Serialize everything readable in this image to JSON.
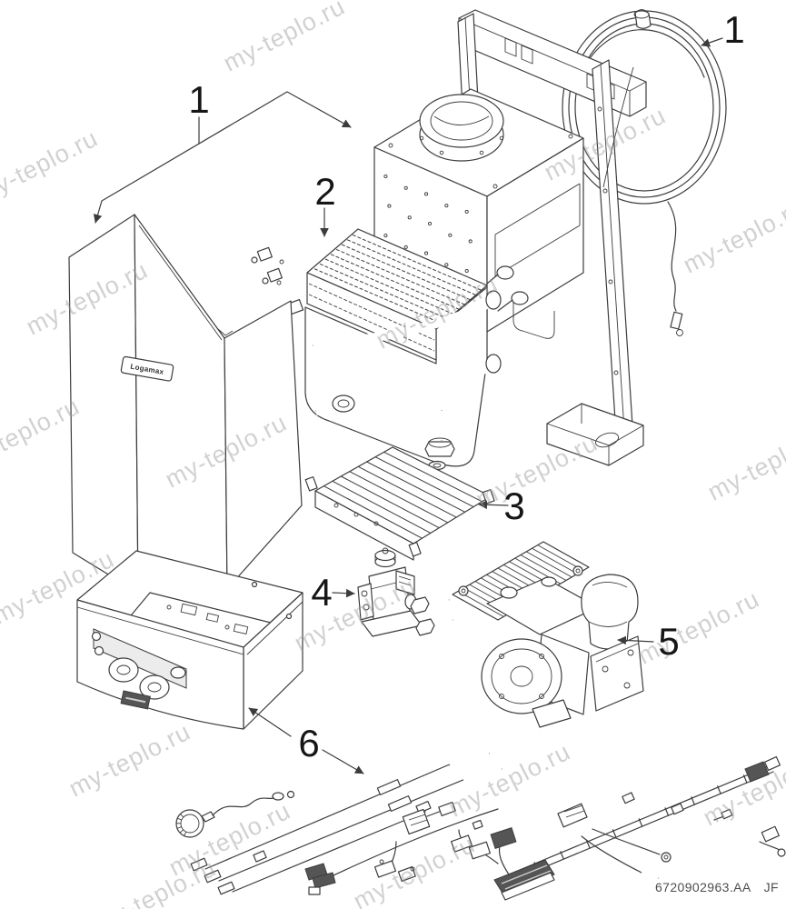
{
  "watermark": {
    "text": "my-teplo.ru"
  },
  "footer": {
    "document_code": "6720902963.AA",
    "suffix": "JF"
  },
  "branding": {
    "casing_badge": "Logamax"
  },
  "callouts": [
    {
      "part": "front-casing",
      "number": "1"
    },
    {
      "part": "door-seal-ring",
      "number": "1"
    },
    {
      "part": "heat-exchanger",
      "number": "2"
    },
    {
      "part": "burner",
      "number": "3"
    },
    {
      "part": "gas-valve",
      "number": "4"
    },
    {
      "part": "hydraulic-assembly",
      "number": "5"
    },
    {
      "part": "control-panel-and-wiring",
      "number": "6"
    }
  ]
}
